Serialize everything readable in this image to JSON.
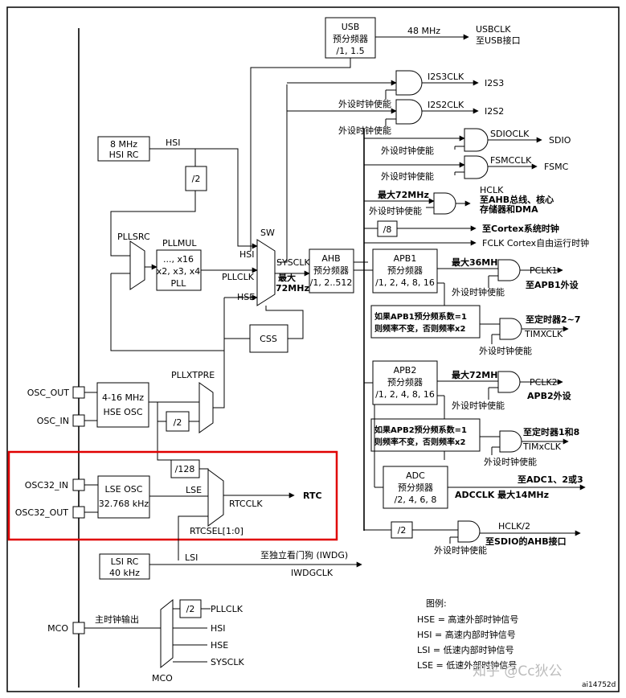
{
  "diagram": {
    "usb": {
      "box": [
        "USB",
        "预分频器",
        "/1, 1.5"
      ],
      "freq": "48 MHz",
      "out1": "USBCLK",
      "out2": "至USB接口"
    },
    "i2s3": {
      "clk": "I2S3CLK",
      "out": "I2S3",
      "en": "外设时钟使能"
    },
    "i2s2": {
      "clk": "I2S2CLK",
      "out": "I2S2",
      "en": "外设时钟使能"
    },
    "sdio": {
      "clk": "SDIOCLK",
      "out": "SDIO",
      "en": "外设时钟使能"
    },
    "fsmc": {
      "clk": "FSMCCLK",
      "out": "FSMC",
      "en": "外设时钟使能"
    },
    "hclk": {
      "max": "最大72MHz",
      "en": "外设时钟使能",
      "out": [
        "HCLK",
        "至AHB总线、核心",
        "存储器和DMA"
      ]
    },
    "cortex": {
      "div": "/8",
      "out": "至Cortex系统时钟"
    },
    "fclk": "FCLK Cortex自由运行时钟",
    "hsi_rc": [
      "8 MHz",
      "HSI RC"
    ],
    "hsi_label": "HSI",
    "div2_hsi": "/2",
    "pllsrc": "PLLSRC",
    "pllmul": {
      "title": "PLLMUL",
      "lines": [
        "..., x16",
        "x2, x3, x4",
        "PLL"
      ]
    },
    "sw": {
      "title": "SW",
      "in1": "HSI",
      "in2": "PLLCLK",
      "in3": "HSE",
      "out": "SYSCLK",
      "max": [
        "最大",
        "72MHz"
      ]
    },
    "ahb": [
      "AHB",
      "预分频器",
      "/1, 2..512"
    ],
    "apb1": {
      "box": [
        "APB1",
        "预分频器",
        "/1, 2, 4, 8, 16"
      ],
      "max": "最大36MHz",
      "out1": "PCLK1",
      "out2": "至APB1外设",
      "en": "外设时钟使能"
    },
    "tim1": {
      "cond": [
        "如果APB1预分频系数=1",
        "则频率不变，否则频率x2"
      ],
      "out1": "至定时器2~7",
      "out2": "TIMXCLK",
      "en": "外设时钟使能"
    },
    "apb2": {
      "box": [
        "APB2",
        "预分频器",
        "/1, 2, 4, 8, 16"
      ],
      "max": "最大72MHz",
      "out1": "PCLK2",
      "out2": "APB2外设",
      "en": "外设时钟使能"
    },
    "tim2": {
      "cond": [
        "如果APB2预分频系数=1",
        "则频率不变，否则频率x2"
      ],
      "out1": "至定时器1和8",
      "out2": "TIMxCLK",
      "en": "外设时钟使能"
    },
    "adc": {
      "box": [
        "ADC",
        "预分频器",
        "/2, 4, 6, 8"
      ],
      "out1": "至ADC1、2或3",
      "out2": "ADCCLK 最大14MHz"
    },
    "sdio_ahb": {
      "div": "/2",
      "clk": "HCLK/2",
      "out": "至SDIO的AHB接口",
      "en": "外设时钟使能"
    },
    "css": "CSS",
    "osc_out": "OSC_OUT",
    "osc_in": "OSC_IN",
    "hse_osc": [
      "4-16 MHz",
      "HSE OSC"
    ],
    "pllxtpre": "PLLXTPRE",
    "div2_hse": "/2",
    "div128": "/128",
    "osc32_in": "OSC32_IN",
    "osc32_out": "OSC32_OUT",
    "lse_osc": [
      "LSE OSC",
      "32.768 kHz"
    ],
    "lse_label": "LSE",
    "rtcclk": "RTCCLK",
    "rtc": "RTC",
    "rtcsel": "RTCSEL[1:0]",
    "lsi_rc": [
      "LSI RC",
      "40 kHz"
    ],
    "lsi_label": "LSI",
    "iwdg": {
      "out1": "至独立看门狗 (IWDG)",
      "out2": "IWDGCLK"
    },
    "mco": {
      "pin": "MCO",
      "label": "主时钟输出",
      "div": "/2",
      "in1": "PLLCLK",
      "in2": "HSI",
      "in3": "HSE",
      "in4": "SYSCLK",
      "mux": "MCO"
    },
    "legend": {
      "title": "图例:",
      "items": [
        "HSE = 高速外部时钟信号",
        "HSI = 高速内部时钟信号",
        "LSI = 低速内部时钟信号",
        "LSE = 低速外部时钟信号"
      ]
    },
    "watermark": "知乎 @Cc狄公",
    "ref": "ai14752d"
  },
  "colors": {
    "highlight": "#e00000",
    "line": "#000000",
    "background": "#ffffff"
  }
}
